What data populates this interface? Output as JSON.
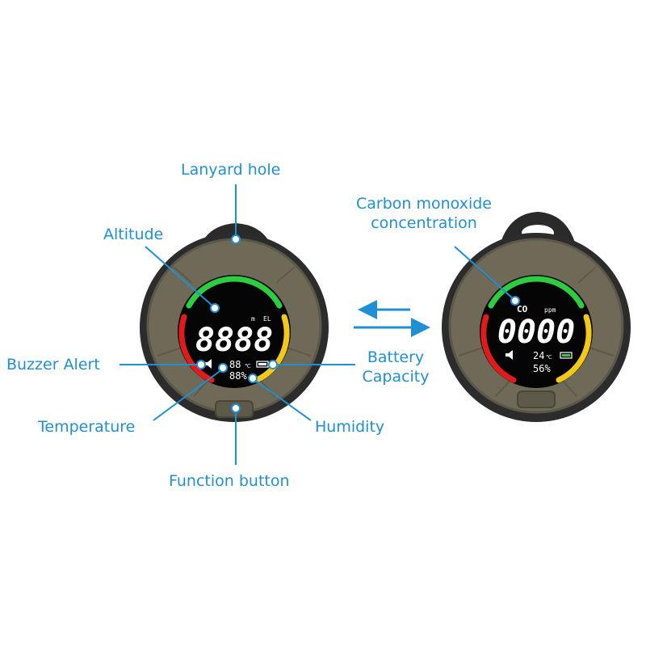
{
  "labels": {
    "lanyard_hole": "Lanyard hole",
    "altitude": "Altitude",
    "buzzer_alert": "Buzzer Alert",
    "temperature": "Temperature",
    "function_button": "Function button",
    "humidity": "Humidity",
    "battery_line1": "Battery",
    "battery_line2": "Capacity",
    "co_line1": "Carbon monoxide",
    "co_line2": "concentration"
  },
  "left_display": {
    "unit_m": "m",
    "unit_el": "EL",
    "main_value": "8888",
    "temp_value": "88",
    "temp_unit": "℃",
    "humidity_value": "88%"
  },
  "right_display": {
    "gas": "CO",
    "unit": "ppm",
    "main_value": "0000",
    "temp_value": "24",
    "temp_unit": "℃",
    "humidity_value": "56%"
  },
  "colors": {
    "accent": "#1f8fd6",
    "body_olive": "#6f6a57",
    "body_dark": "#2b2b2b",
    "arc_green": "#2ecc40",
    "arc_red": "#e11b1b",
    "arc_yellow": "#f2c81b"
  },
  "icons": [
    "speaker-icon",
    "battery-icon",
    "arrow-left-icon",
    "arrow-right-icon"
  ]
}
